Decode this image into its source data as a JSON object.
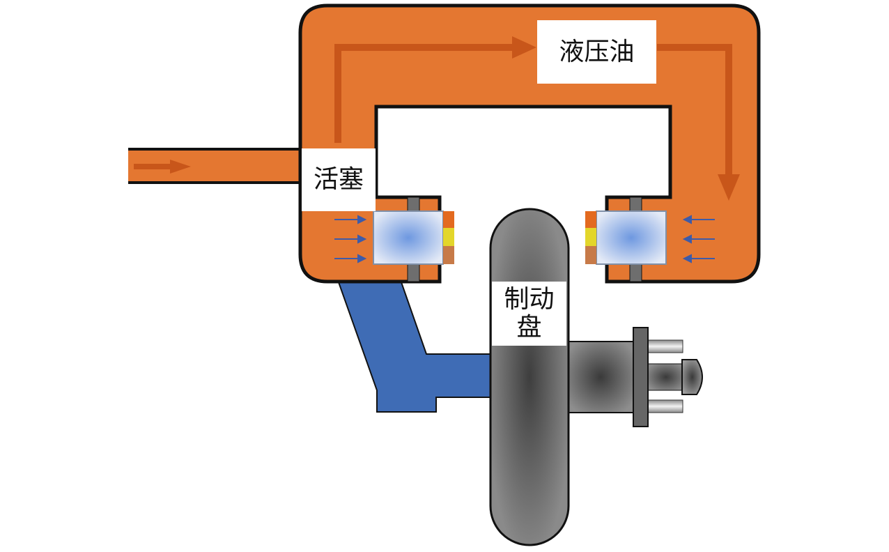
{
  "labels": {
    "hydraulic_oil": "液压油",
    "piston": "活塞",
    "brake_disc_line1": "制动",
    "brake_disc_line2": "盘"
  },
  "colors": {
    "oil_orange": "#E47731",
    "flow_arrow": "#C8561A",
    "outline": "#111111",
    "bracket_blue": "#3F6CB5",
    "disc_gray": "#6B6B6B",
    "pad_yellow": "#E3D62B",
    "pad_orange": "#E36A1F",
    "pad_brown": "#C77A48",
    "piston_light": "#C7D6EE",
    "piston_center": "#6E98E0",
    "pressure_arrow": "#3D5BA9"
  },
  "icons": {
    "oil_flow": "arrow-icon",
    "pressure": "arrow-right-icon"
  }
}
